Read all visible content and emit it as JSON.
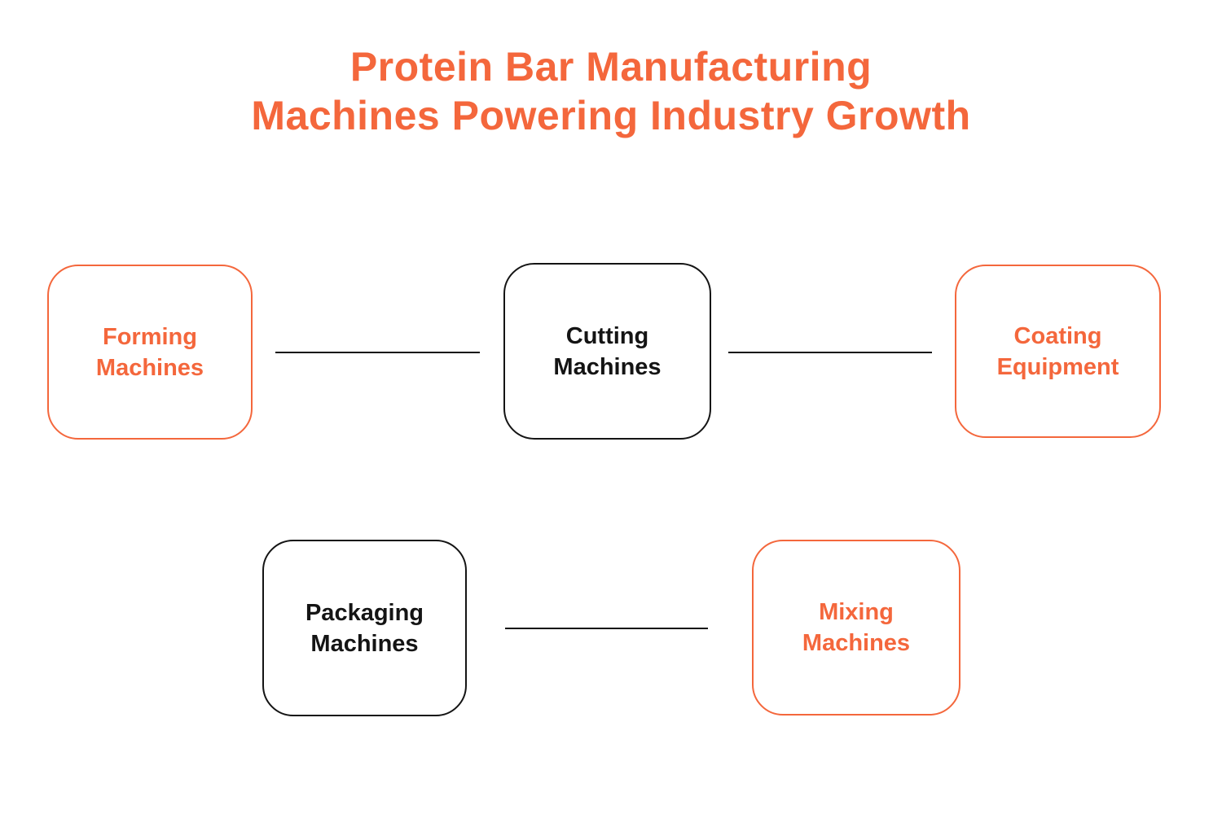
{
  "title": {
    "line1": "Protein Bar Manufacturing",
    "line2": "Machines Powering Industry Growth"
  },
  "colors": {
    "orange": "#F4673C",
    "black": "#141414",
    "background": "#FFFFFF",
    "connector": "#111111"
  },
  "nodes": [
    {
      "id": "forming-machines",
      "line1": "Forming",
      "line2": "Machines",
      "variant": "orange"
    },
    {
      "id": "cutting-machines",
      "line1": "Cutting",
      "line2": "Machines",
      "variant": "black"
    },
    {
      "id": "coating-equipment",
      "line1": "Coating",
      "line2": "Equipment",
      "variant": "orange"
    },
    {
      "id": "packaging-machines",
      "line1": "Packaging",
      "line2": "Machines",
      "variant": "black"
    },
    {
      "id": "mixing-machines",
      "line1": "Mixing",
      "line2": "Machines",
      "variant": "orange"
    }
  ],
  "connectors": [
    {
      "from": "forming-machines",
      "to": "cutting-machines"
    },
    {
      "from": "cutting-machines",
      "to": "coating-equipment"
    },
    {
      "from": "packaging-machines",
      "to": "mixing-machines"
    }
  ]
}
